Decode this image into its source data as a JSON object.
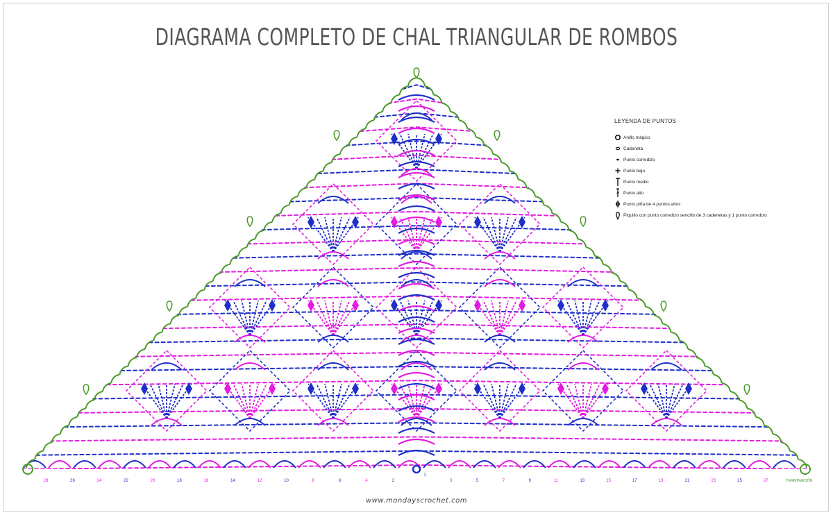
{
  "title": "DIAGRAMA COMPLETO DE CHAL TRIANGULAR DE ROMBOS",
  "legend": {
    "title": "LEYENDA DE PUNTOS",
    "items": [
      {
        "label": "Anillo mágico",
        "icon": "magic-ring-icon"
      },
      {
        "label": "Cadeneta",
        "icon": "chain-icon"
      },
      {
        "label": "Punto corredizo",
        "icon": "slip-stitch-icon"
      },
      {
        "label": "Punto bajo",
        "icon": "single-crochet-icon"
      },
      {
        "label": "Punto medio",
        "icon": "half-double-icon"
      },
      {
        "label": "Punto alto",
        "icon": "double-crochet-icon"
      },
      {
        "label": "Punto piña de 4 puntos altos",
        "icon": "puff-stitch-icon"
      },
      {
        "label": "Piquillo con punto corredizo sencillo de 3 cadenetas y 1 punto corredizo",
        "icon": "picot-icon"
      }
    ]
  },
  "row_labels_left": [
    "28",
    "26",
    "24",
    "22",
    "20",
    "18",
    "16",
    "14",
    "12",
    "10",
    "8",
    "6",
    "4",
    "2"
  ],
  "row_labels_right": [
    "1",
    "3",
    "5",
    "7",
    "9",
    "11",
    "13",
    "15",
    "17",
    "19",
    "21",
    "23",
    "25",
    "27"
  ],
  "finish_label": "TERMINACIÓN",
  "website": "www.mondayscrochet.com",
  "colors": {
    "pink": "#e21ce0",
    "blue": "#1e2fc8",
    "green": "#4c9a2a",
    "title": "#555555"
  }
}
